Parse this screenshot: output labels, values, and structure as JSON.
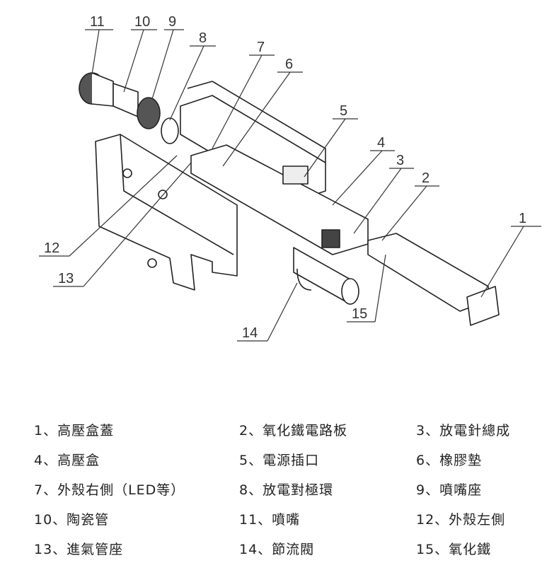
{
  "diagram": {
    "callouts": [
      "1",
      "2",
      "3",
      "4",
      "5",
      "6",
      "7",
      "8",
      "9",
      "10",
      "11",
      "12",
      "13",
      "14",
      "15"
    ]
  },
  "legend": [
    "1、高壓盒蓋",
    "2、氧化鐵電路板",
    "3、放電針總成",
    "4、高壓盒",
    "5、電源插口",
    "6、橡膠墊",
    "7、外殼右側（LED等）",
    "8、放電對極環",
    "9、噴嘴座",
    "10、陶瓷管",
    "11、噴嘴",
    "12、外殼左側",
    "13、進氣管座",
    "14、節流閥",
    "15、氧化鐵"
  ]
}
